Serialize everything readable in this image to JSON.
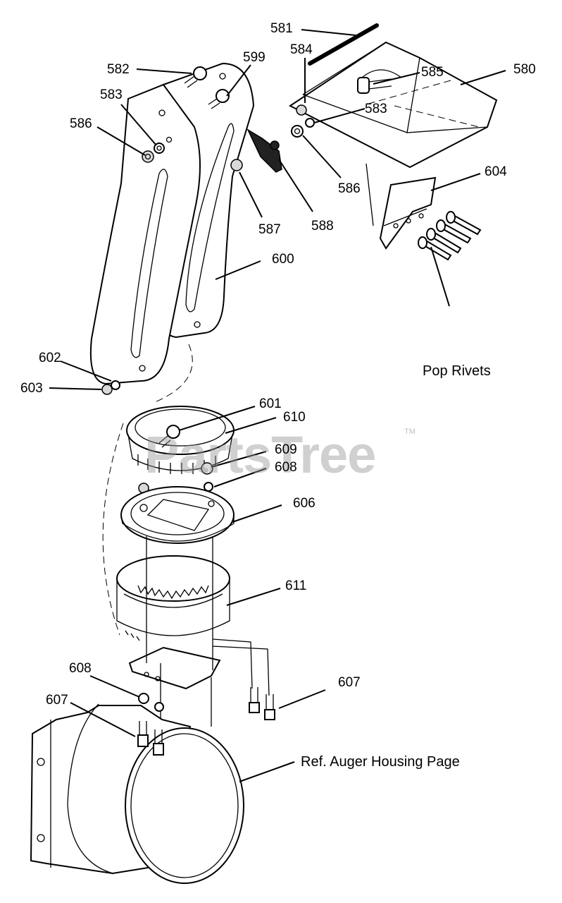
{
  "labels": {
    "p581": "581",
    "p584": "584",
    "p585": "585",
    "p580": "580",
    "p582": "582",
    "p599": "599",
    "p583a": "583",
    "p583b": "583",
    "p586a": "586",
    "p586b": "586",
    "p604": "604",
    "p587": "587",
    "p588": "588",
    "p600": "600",
    "p602": "602",
    "p603": "603",
    "p601": "601",
    "p610": "610",
    "p609": "609",
    "p608a": "608",
    "p606": "606",
    "p611": "611",
    "p608b": "608",
    "p607a": "607",
    "p607b": "607"
  },
  "notes": {
    "pop_rivets": "Pop Rivets",
    "auger_ref": "Ref. Auger Housing Page"
  },
  "watermark": {
    "text": "PartsTree",
    "tm": "TM"
  },
  "colors": {
    "line": "#000000",
    "background": "#ffffff",
    "watermark": "#969696"
  }
}
